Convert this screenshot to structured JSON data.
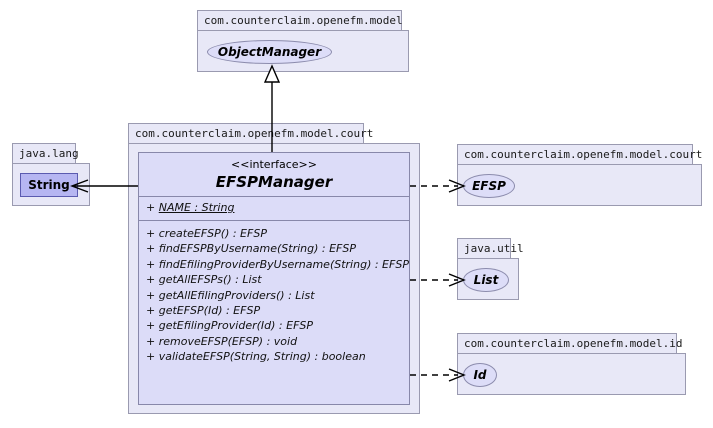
{
  "diagram": {
    "type": "uml-class-diagram",
    "background": "#ffffff",
    "palette": {
      "package_fill": "#e8e8f7",
      "package_border": "#9a9ab0",
      "interface_fill": "#dcdcf8",
      "interface_border": "#8888aa",
      "ellipse_fill": "#ddddf8",
      "class_fill": "#b6b6f2",
      "class_border": "#5b5bb0",
      "connector": "#000000"
    }
  },
  "packages": {
    "model": {
      "label": "com.counterclaim.openefm.model",
      "node": "ObjectManager"
    },
    "court_main": {
      "label": "com.counterclaim.openefm.model.court"
    },
    "java_lang": {
      "label": "java.lang",
      "node": "String"
    },
    "court_efsp": {
      "label": "com.counterclaim.openefm.model.court",
      "node": "EFSP"
    },
    "java_util": {
      "label": "java.util",
      "node": "List"
    },
    "model_id": {
      "label": "com.counterclaim.openefm.model.id",
      "node": "Id"
    }
  },
  "interface": {
    "stereotype": "<<interface>>",
    "name": "EFSPManager",
    "attributes": [
      {
        "visibility": "+",
        "text": "NAME : String",
        "static": true
      }
    ],
    "operations": [
      {
        "visibility": "+",
        "text": "createEFSP() : EFSP"
      },
      {
        "visibility": "+",
        "text": "findEFSPByUsername(String) : EFSP"
      },
      {
        "visibility": "+",
        "text": "findEfilingProviderByUsername(String) : EFSP"
      },
      {
        "visibility": "+",
        "text": "getAllEFSPs() : List"
      },
      {
        "visibility": "+",
        "text": "getAllEfilingProviders() : List"
      },
      {
        "visibility": "+",
        "text": "getEFSP(Id) : EFSP"
      },
      {
        "visibility": "+",
        "text": "getEfilingProvider(Id) : EFSP"
      },
      {
        "visibility": "+",
        "text": "removeEFSP(EFSP) : void"
      },
      {
        "visibility": "+",
        "text": "validateEFSP(String, String) : boolean"
      }
    ]
  },
  "relationships": [
    {
      "from": "EFSPManager",
      "to": "ObjectManager",
      "kind": "realization",
      "style": "solid-hollow-triangle"
    },
    {
      "from": "EFSPManager",
      "to": "String",
      "kind": "association",
      "style": "solid-open-arrow"
    },
    {
      "from": "EFSPManager",
      "to": "EFSP",
      "kind": "dependency",
      "style": "dashed-open-arrow"
    },
    {
      "from": "EFSPManager",
      "to": "List",
      "kind": "dependency",
      "style": "dashed-open-arrow"
    },
    {
      "from": "EFSPManager",
      "to": "Id",
      "kind": "dependency",
      "style": "dashed-open-arrow"
    }
  ]
}
